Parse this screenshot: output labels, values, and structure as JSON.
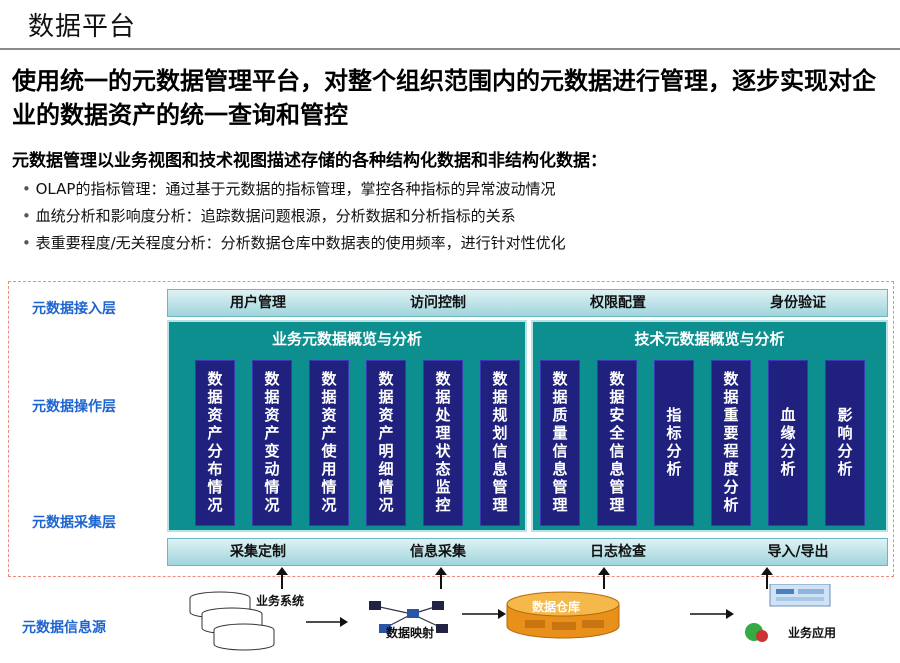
{
  "slide_title": "数据平台",
  "headline": "使用统一的元数据管理平台，对整个组织范围内的元数据进行管理，逐步实现对企业的数据资产的统一查询和管控",
  "subhead": "元数据管理以业务视图和技术视图描述存储的各种结构化数据和非结构化数据：",
  "bullets": [
    "OLAP的指标管理：通过基于元数据的指标管理，掌控各种指标的异常波动情况",
    "血统分析和影响度分析：追踪数据问题根源，分析数据和分析指标的关系",
    "表重要程度/无关程度分析：分析数据仓库中数据表的使用频率，进行针对性优化"
  ],
  "diagram": {
    "layers": {
      "access": "元数据接入层",
      "operation": "元数据操作层",
      "collection": "元数据采集层",
      "source": "元数据信息源"
    },
    "access_bar": [
      "用户管理",
      "访问控制",
      "权限配置",
      "身份验证"
    ],
    "business_panel": {
      "title": "业务元数据概览与分析",
      "columns": [
        "数据资产分布情况",
        "数据资产变动情况",
        "数据资产使用情况",
        "数据资产明细情况",
        "数据处理状态监控",
        "数据规划信息管理"
      ]
    },
    "technical_panel": {
      "title": "技术元数据概览与分析",
      "columns": [
        "数据质量信息管理",
        "数据安全信息管理",
        "指标分析",
        "数据重要程度分析",
        "血缘分析",
        "影响分析"
      ]
    },
    "collection_bar": [
      "采集定制",
      "信息采集",
      "日志检查",
      "导入/导出"
    ],
    "sources": {
      "business_systems": "业务系统",
      "data_mapping": "数据映射",
      "data_warehouse": "数据仓库",
      "business_apps": "业务应用"
    },
    "colors": {
      "layer_label": "#1e64d0",
      "panel": "#0d8f90",
      "column": "#20207e",
      "bar": "#9fd5dc",
      "frame": "#f08a7a",
      "warehouse": "#f0a020"
    }
  }
}
